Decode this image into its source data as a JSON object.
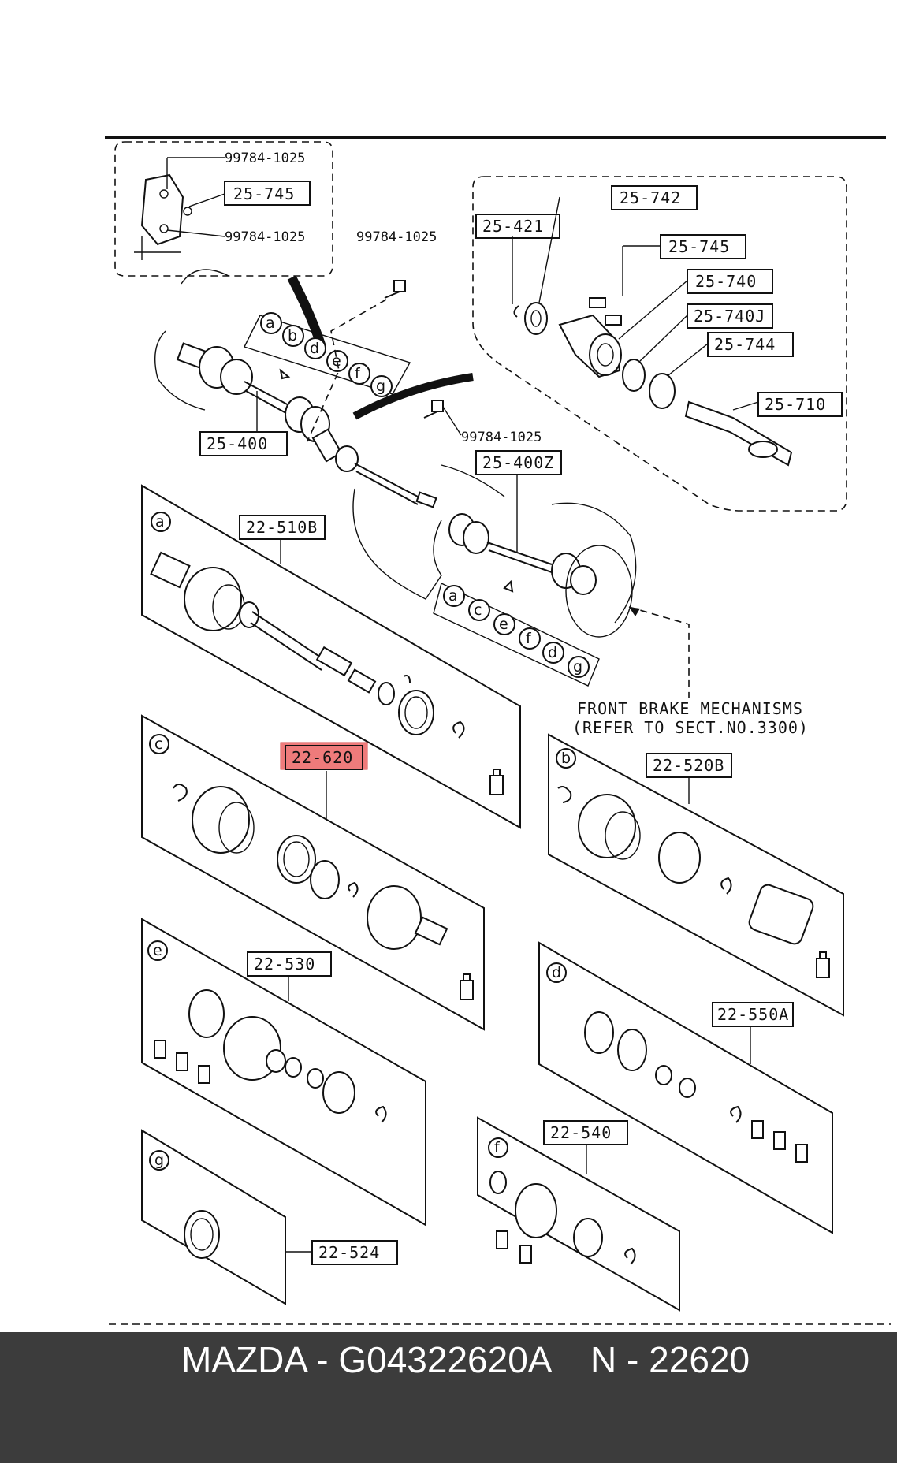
{
  "caption": "MAZDA - G04322620A    N - 22620",
  "highlight_color": "#ef7b7b",
  "labels": {
    "bolt_top_1": "99784-1025",
    "bracket_ref": "25-745",
    "bolt_top_2": "99784-1025",
    "bolt_mid": "99784-1025",
    "clip": "25-421",
    "washer": "25-742",
    "bolt_set": "25-745",
    "bearing_housing": "25-740",
    "bearing": "25-740J",
    "seal": "25-744",
    "shaft_joint": "25-710",
    "shaft_left": "25-400",
    "bolt_lower": "99784-1025",
    "shaft_right": "25-400Z",
    "kit_a": "22-510B",
    "kit_c": "22-620",
    "kit_b": "22-520B",
    "kit_e": "22-530",
    "kit_d": "22-550A",
    "kit_f": "22-540",
    "kit_g": "22-524"
  },
  "callouts_left": [
    "a",
    "b",
    "d",
    "e",
    "f",
    "g"
  ],
  "callouts_right": [
    "a",
    "c",
    "e",
    "f",
    "d",
    "g"
  ],
  "panels": {
    "a": "a",
    "c": "c",
    "b": "b",
    "e": "e",
    "d": "d",
    "f": "f",
    "g": "g"
  },
  "brake_note": {
    "line1": "FRONT BRAKE MECHANISMS",
    "line2": "(REFER TO SECT.NO.3300)"
  }
}
